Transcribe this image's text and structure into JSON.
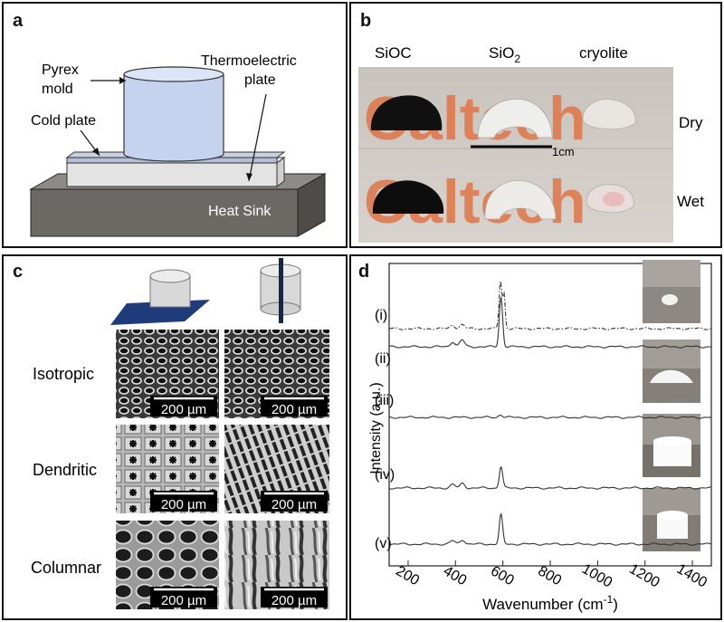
{
  "panel_a": {
    "label": "a",
    "labels": {
      "pyrex": "Pyrex",
      "mold": "mold",
      "thermo": "Thermoelectric",
      "plate": "plate",
      "cold_plate": "Cold plate",
      "heat_sink": "Heat Sink"
    }
  },
  "panel_b": {
    "label": "b",
    "samples": [
      "SiOC",
      "SiO",
      "cryolite"
    ],
    "sio2_sub": "2",
    "rows": [
      "Dry",
      "Wet"
    ],
    "scale": "1cm",
    "logo": "Caltech"
  },
  "panel_c": {
    "label": "c",
    "rows": [
      "Isotropic",
      "Dendritic",
      "Columnar"
    ],
    "scale_bar": "200 µm"
  },
  "panel_d": {
    "label": "d",
    "ylabel": "Intensity (a.u.)",
    "xlabel_main": "Wavenumber (cm",
    "xlabel_sup": "-1",
    "xlabel_end": ")",
    "chart_data": {
      "type": "line",
      "xlim": [
        120,
        1480
      ],
      "xticks": [
        200,
        400,
        600,
        800,
        1000,
        1200,
        1400
      ],
      "series": [
        {
          "label": "(i)",
          "style": "dashdot",
          "offset": 6.4,
          "peaks": [
            [
              388,
              0.3,
              10
            ],
            [
              428,
              0.35,
              10
            ],
            [
              590,
              4.2,
              6
            ],
            [
              605,
              3.0,
              5
            ]
          ]
        },
        {
          "label": "(i)",
          "style": "solid",
          "offset": 5.6,
          "peaks": [
            [
              388,
              0.45,
              10
            ],
            [
              428,
              0.6,
              10
            ],
            [
              592,
              4.4,
              7
            ]
          ]
        },
        {
          "label": "(ii)",
          "style": "solid",
          "offset": 4.0,
          "peaks": [
            [
              590,
              0.25,
              8
            ]
          ]
        },
        {
          "label": "(iii)",
          "style": "solid",
          "offset": 2.3,
          "peaks": [
            [
              388,
              0.3,
              10
            ],
            [
              430,
              0.4,
              10
            ],
            [
              592,
              1.9,
              7
            ]
          ]
        },
        {
          "label": "(iv)",
          "style": "solid",
          "offset": 0.2,
          "peaks": [
            [
              388,
              0.3,
              10
            ],
            [
              430,
              0.4,
              10
            ],
            [
              592,
              2.6,
              7
            ]
          ]
        }
      ],
      "series_labels": [
        "(i)",
        "(ii)",
        "(iii)",
        "(iv)",
        "(v)"
      ]
    }
  }
}
